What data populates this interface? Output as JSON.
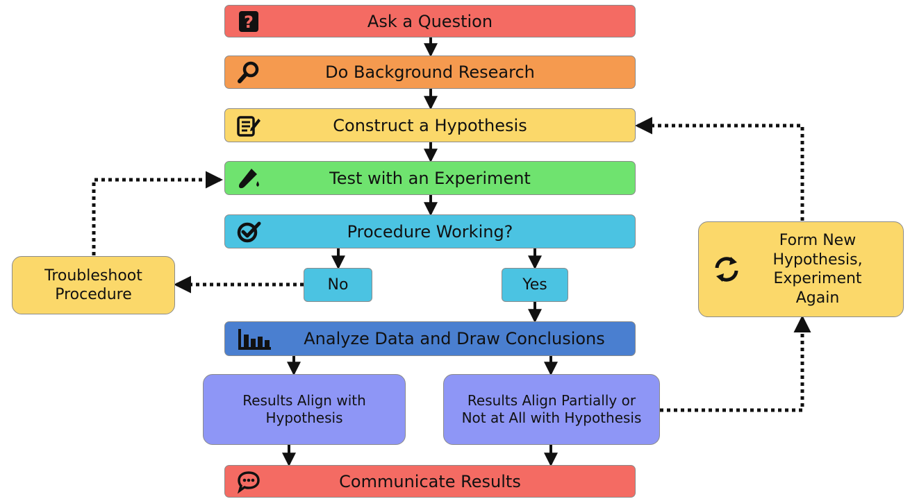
{
  "steps": {
    "ask": "Ask a Question",
    "research": "Do Background Research",
    "hypothesis": "Construct a Hypothesis",
    "test": "Test with an Experiment",
    "procedure": "Procedure Working?",
    "analyze": "Analyze Data and Draw Conclusions",
    "communicate": "Communicate Results"
  },
  "branches": {
    "no": "No",
    "yes": "Yes"
  },
  "outcomes": {
    "align": "Results Align with Hypothesis",
    "partial": "Results Align Partially or Not at All with Hypothesis"
  },
  "side": {
    "troubleshoot": "Troubleshoot Procedure",
    "new_hypothesis": "Form New Hypothesis, Experiment Again"
  },
  "colors": {
    "ask": "#f46b63",
    "research": "#f59a4f",
    "hypothesis": "#fbd86a",
    "test": "#6fe36f",
    "procedure": "#4bc3e2",
    "analyze": "#4a7fd0",
    "outcome": "#8e96f6",
    "communicate": "#f46b63",
    "side": "#fbd86a",
    "branch": "#4bc3e2"
  },
  "icons": {
    "ask": "question-icon",
    "research": "magnifier-icon",
    "hypothesis": "notepad-icon",
    "test": "test-tube-icon",
    "procedure": "check-icon",
    "analyze": "bar-chart-icon",
    "communicate": "speech-bubble-icon",
    "new_hypothesis": "refresh-icon"
  }
}
